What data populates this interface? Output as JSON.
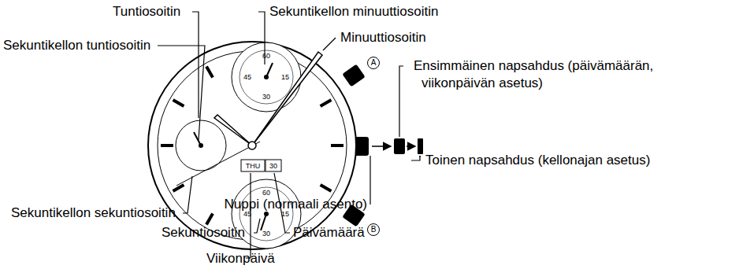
{
  "diagram": {
    "labels": [
      "Tuntiosoitin",
      "Sekuntikellon minuuttiosoitin",
      "Minuuttiosoitin",
      "Sekuntikellon tuntiosoitin",
      "Ensimmäinen napsahdus (päivämäärän, viikonpäivän asetus)",
      "Toinen napsahdus (kellonajan asetus)",
      "Sekuntikellon sekuntiosoitin",
      "Nuppi (normaali asento)",
      "Sekuntiosoitin",
      "Päivämäärä",
      "Viikonpäivä",
      "60",
      "15",
      "30",
      "45",
      "60",
      "15",
      "30",
      "45",
      "THU",
      "30",
      "A",
      "B"
    ]
  }
}
